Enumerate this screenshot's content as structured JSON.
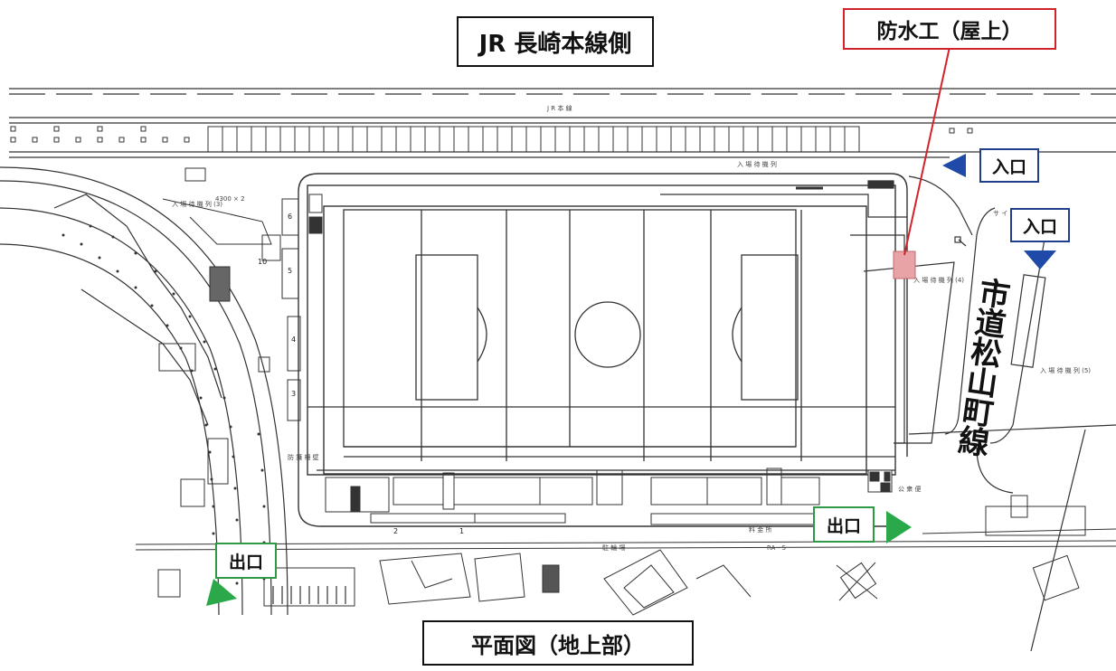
{
  "labels": {
    "top_title": "JR 長崎本線側",
    "waterproof": "防水工（屋上）",
    "entrance_1": "入口",
    "entrance_2": "入口",
    "road_name": "市道松山町線",
    "exit_left": "出口",
    "exit_right": "出口",
    "bottom_title": "平面図（地上部）"
  },
  "colors": {
    "entrance_arrow": "#1f4aa8",
    "exit_arrow": "#2aa84a",
    "highlight": "#e8a3a6",
    "leader_line": "#d2232a",
    "ink": "#222222"
  }
}
